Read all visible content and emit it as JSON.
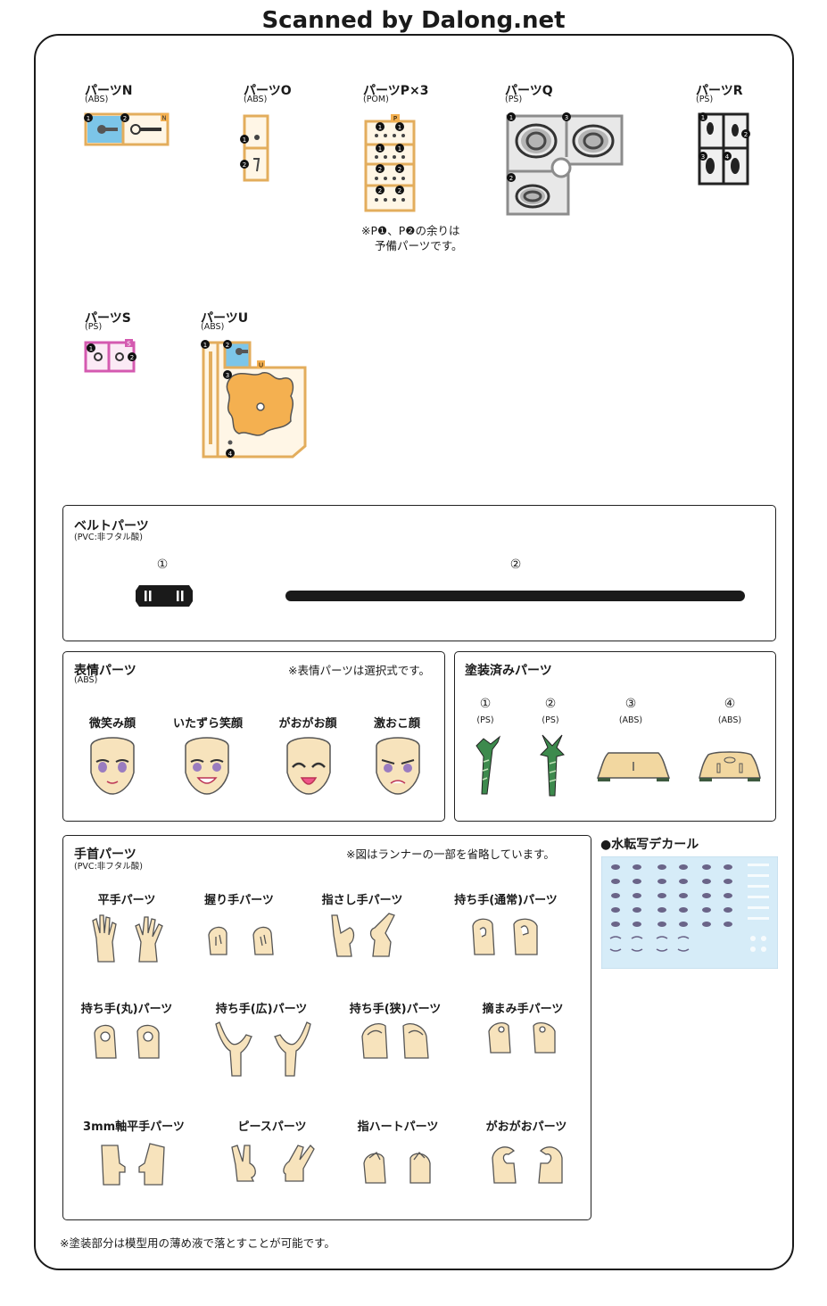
{
  "watermark": "Scanned by Dalong.net",
  "runners": {
    "n": {
      "name": "パーツN",
      "material": "(ABS)",
      "color": "#7cc5e8"
    },
    "o": {
      "name": "パーツO",
      "material": "(ABS)"
    },
    "p": {
      "name": "パーツP×3",
      "material": "(POM)",
      "note_line1": "※P❶、P❷の余りは",
      "note_line2": "予備パーツです。"
    },
    "q": {
      "name": "パーツQ",
      "material": "(PS)"
    },
    "r": {
      "name": "パーツR",
      "material": "(PS)"
    },
    "s": {
      "name": "パーツS",
      "material": "(PS)"
    },
    "u": {
      "name": "パーツU",
      "material": "(ABS)"
    }
  },
  "colors": {
    "runner": "#e3ad5c",
    "runner_fill": "#fff6e6",
    "accent_orange": "#f4b050",
    "pink": "#d45ab0",
    "grey": "#8c8c8c",
    "skin": "#f7e3bc"
  },
  "belt": {
    "title": "ベルトパーツ",
    "material": "(PVC:非フタル酸)",
    "items": [
      {
        "num": "①"
      },
      {
        "num": "②"
      }
    ]
  },
  "faces": {
    "title": "表情パーツ",
    "material": "(ABS)",
    "note": "※表情パーツは選択式です。",
    "items": [
      {
        "label": "微笑み顔"
      },
      {
        "label": "いたずら笑顔"
      },
      {
        "label": "がおがお顔"
      },
      {
        "label": "激おこ顔"
      }
    ]
  },
  "painted": {
    "title": "塗装済みパーツ",
    "items": [
      {
        "num": "①",
        "material": "(PS)"
      },
      {
        "num": "②",
        "material": "(PS)"
      },
      {
        "num": "③",
        "material": "(ABS)"
      },
      {
        "num": "④",
        "material": "(ABS)"
      }
    ]
  },
  "hands": {
    "title": "手首パーツ",
    "material": "(PVC:非フタル酸)",
    "note": "※図はランナーの一部を省略しています。",
    "items": [
      {
        "label": "平手パーツ"
      },
      {
        "label": "握り手パーツ"
      },
      {
        "label": "指さし手パーツ"
      },
      {
        "label": "持ち手(通常)パーツ"
      },
      {
        "label": "持ち手(丸)パーツ"
      },
      {
        "label": "持ち手(広)パーツ"
      },
      {
        "label": "持ち手(狭)パーツ"
      },
      {
        "label": "摘まみ手パーツ"
      },
      {
        "label": "3mm軸平手パーツ"
      },
      {
        "label": "ピースパーツ"
      },
      {
        "label": "指ハートパーツ"
      },
      {
        "label": "がおがおパーツ"
      }
    ]
  },
  "decal": {
    "title": "●水転写デカール"
  },
  "footer": "※塗装部分は模型用の薄め液で落とすことが可能です。"
}
